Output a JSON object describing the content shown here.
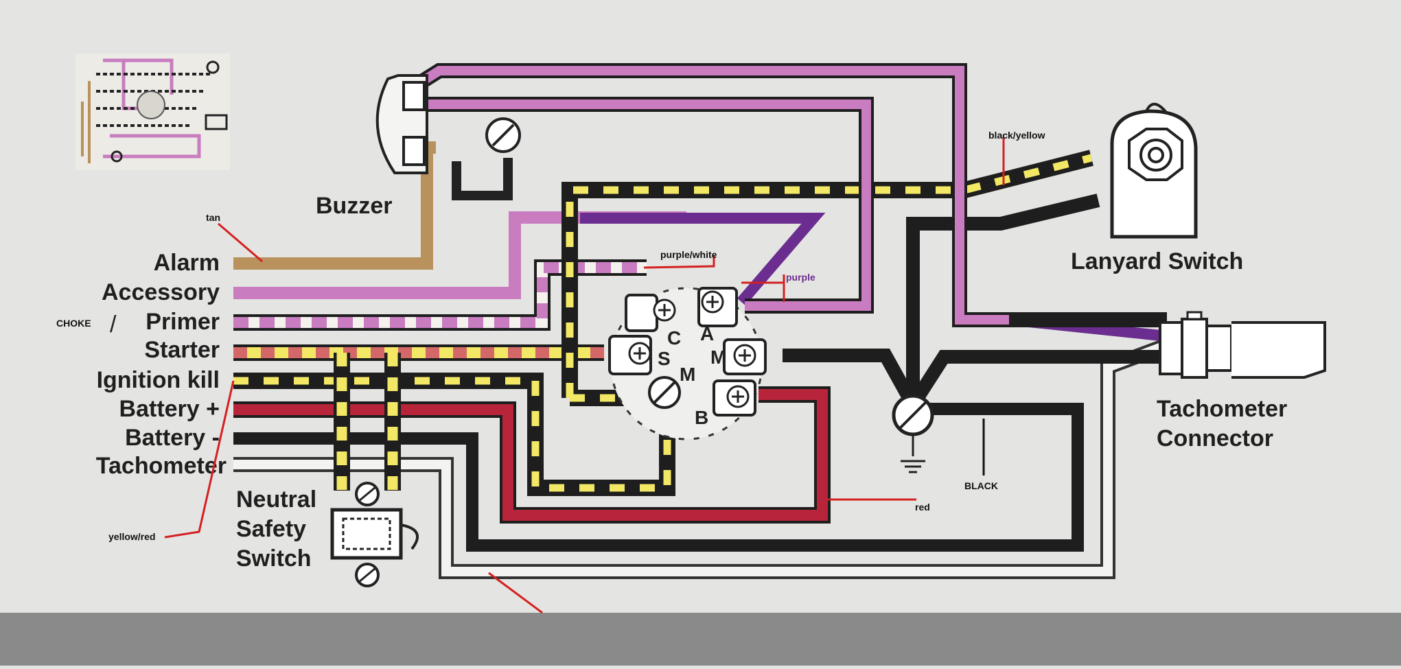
{
  "wire_labels": {
    "alarm": "Alarm",
    "accessory": "Accessory",
    "primer": "Primer",
    "choke": "CHOKE",
    "slash": "/",
    "starter": "Starter",
    "ignition_kill": "Ignition kill",
    "battery_pos": "Battery +",
    "battery_neg": "Battery -",
    "tachometer": "Tachometer"
  },
  "component_labels": {
    "buzzer": "Buzzer",
    "lanyard_switch": "Lanyard Switch",
    "tachometer_connector_1": "Tachometer",
    "tachometer_connector_2": "Connector",
    "neutral_1": "Neutral",
    "neutral_2": "Safety",
    "neutral_3": "Switch"
  },
  "terminal_labels": {
    "c": "C",
    "a": "A",
    "s": "S",
    "m_left": "M",
    "m_right": "M",
    "b": "B"
  },
  "annotations": {
    "tan": "tan",
    "purple_white": "purple/white",
    "purple": "purple",
    "black_yellow": "black/yellow",
    "black": "BLACK",
    "red": "red",
    "yellow_red": "yellow/red"
  },
  "colors": {
    "background": "#e4e4e2",
    "tan": "#b8915c",
    "pink": "#c97cc0",
    "purple": "#6b2d8f",
    "black": "#1e1e1e",
    "yellow": "#f2e866",
    "red": "#b8253a",
    "gray": "#8a8a8a",
    "annotation_red": "#d42020"
  }
}
